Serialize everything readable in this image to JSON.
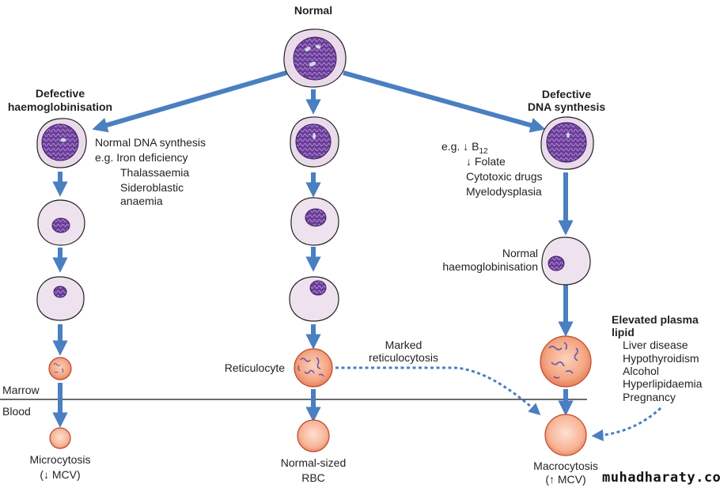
{
  "colors": {
    "arrow": "#4a7fc1",
    "nucleus": "#6a3d9a",
    "cytoplasm": "#eee0ee",
    "rbc": "#f29a7a",
    "rbc_light": "#f8c0a8",
    "line": "#111111"
  },
  "top": {
    "title": "Normal"
  },
  "left": {
    "title_line1": "Defective",
    "title_line2": "haemoglobinisation",
    "notes": [
      "Normal DNA synthesis",
      "e.g. Iron deficiency",
      "Thalassaemia",
      "Sideroblastic",
      "anaemia"
    ],
    "result_line1": "Microcytosis",
    "result_line2": "(↓ MCV)"
  },
  "center": {
    "reticulocyte_label": "Reticulocyte",
    "marked_line1": "Marked",
    "marked_line2": "reticulocytosis",
    "result_line1": "Normal-sized",
    "result_line2": "RBC"
  },
  "right": {
    "title_line1": "Defective",
    "title_line2": "DNA synthesis",
    "eg_prefix": "e.g. ↓ B",
    "eg_sub": "12",
    "notes": [
      "↓ Folate",
      "Cytotoxic drugs",
      "Myelodysplasia"
    ],
    "normal_hb_line1": "Normal",
    "normal_hb_line2": "haemoglobinisation",
    "lipid_title_line1": "Elevated plasma",
    "lipid_title_line2": "lipid",
    "lipid_items": [
      "Liver disease",
      "Hypothyroidism",
      "Alcohol",
      "Hyperlipidaemia",
      "Pregnancy"
    ],
    "result_line1": "Macrocytosis",
    "result_line2": "(↑ MCV)"
  },
  "zones": {
    "marrow": "Marrow",
    "blood": "Blood"
  },
  "watermark": "muhadharaty.com"
}
